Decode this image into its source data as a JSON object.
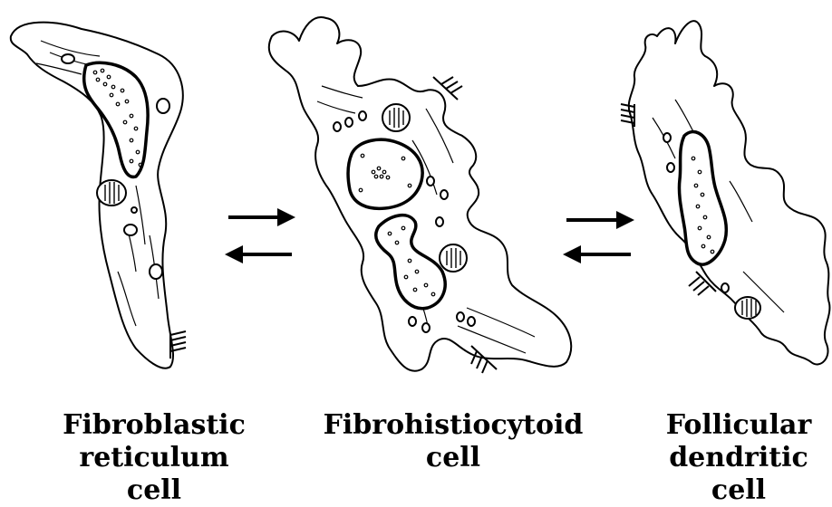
{
  "diagram": {
    "cells": [
      {
        "name": "fibroblastic-reticulum-cell",
        "label_lines": [
          "Fibroblastic",
          "reticulum",
          "cell"
        ]
      },
      {
        "name": "fibrohistiocytoid-cell",
        "label_lines": [
          "Fibrohistiocytoid",
          "cell"
        ]
      },
      {
        "name": "follicular-dendritic-cell",
        "label_lines": [
          "Follicular",
          "dendritic",
          "cell"
        ]
      }
    ],
    "transitions": [
      {
        "from": "fibroblastic-reticulum-cell",
        "to": "fibrohistiocytoid-cell",
        "bidirectional": true
      },
      {
        "from": "fibrohistiocytoid-cell",
        "to": "follicular-dendritic-cell",
        "bidirectional": true
      }
    ],
    "colors": {
      "ink": "#000000",
      "fill": "#ffffff"
    }
  }
}
